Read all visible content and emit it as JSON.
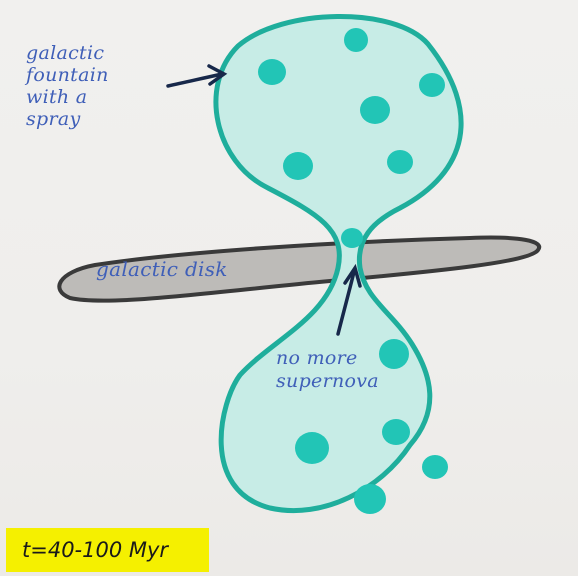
{
  "labels": {
    "fountain_lines": [
      "galactic",
      "fountain",
      "with a",
      "spray"
    ],
    "disk": "galactic disk",
    "supernova_lines": [
      "no more",
      "supernova"
    ],
    "time": "t=40-100 Myr"
  },
  "colors": {
    "bubble_fill": "#c7ece6",
    "bubble_outline": "#1fae9c",
    "blob": "#22c5b6",
    "disk_fill": "#bdbbb8",
    "disk_outline": "#3a3a3a",
    "text": "#3f5fb8",
    "arrow": "#17284a",
    "time_badge": "#f5f000"
  }
}
